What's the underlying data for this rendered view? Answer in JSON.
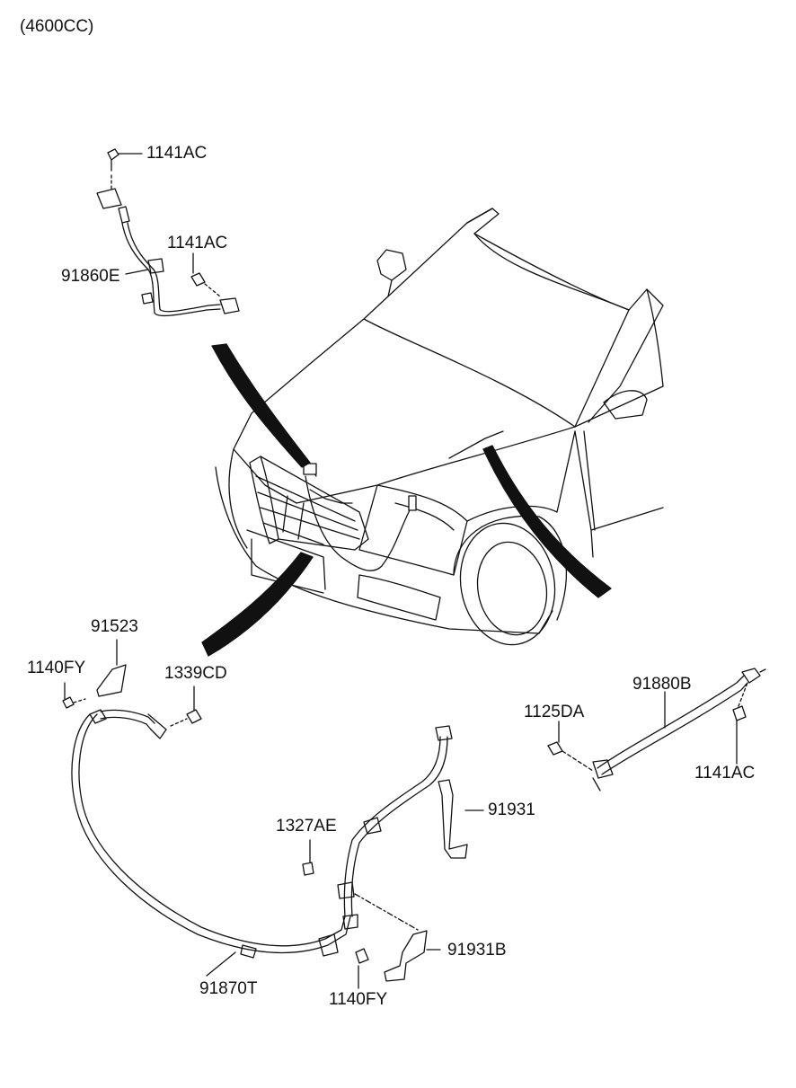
{
  "header": {
    "engine": "(4600CC)"
  },
  "callouts": {
    "p1141ac_top": "1141AC",
    "p1141ac_mid": "1141AC",
    "p91860e": "91860E",
    "p91523": "91523",
    "p1140fy_left": "1140FY",
    "p1339cd": "1339CD",
    "p91880b": "91880B",
    "p1125da": "1125DA",
    "p1141ac_right": "1141AC",
    "p91931": "91931",
    "p1327ae": "1327AE",
    "p91931b": "91931B",
    "p91870t": "91870T",
    "p1140fy_bottom": "1140FY"
  },
  "colors": {
    "ink": "#111111",
    "background": "#ffffff"
  }
}
